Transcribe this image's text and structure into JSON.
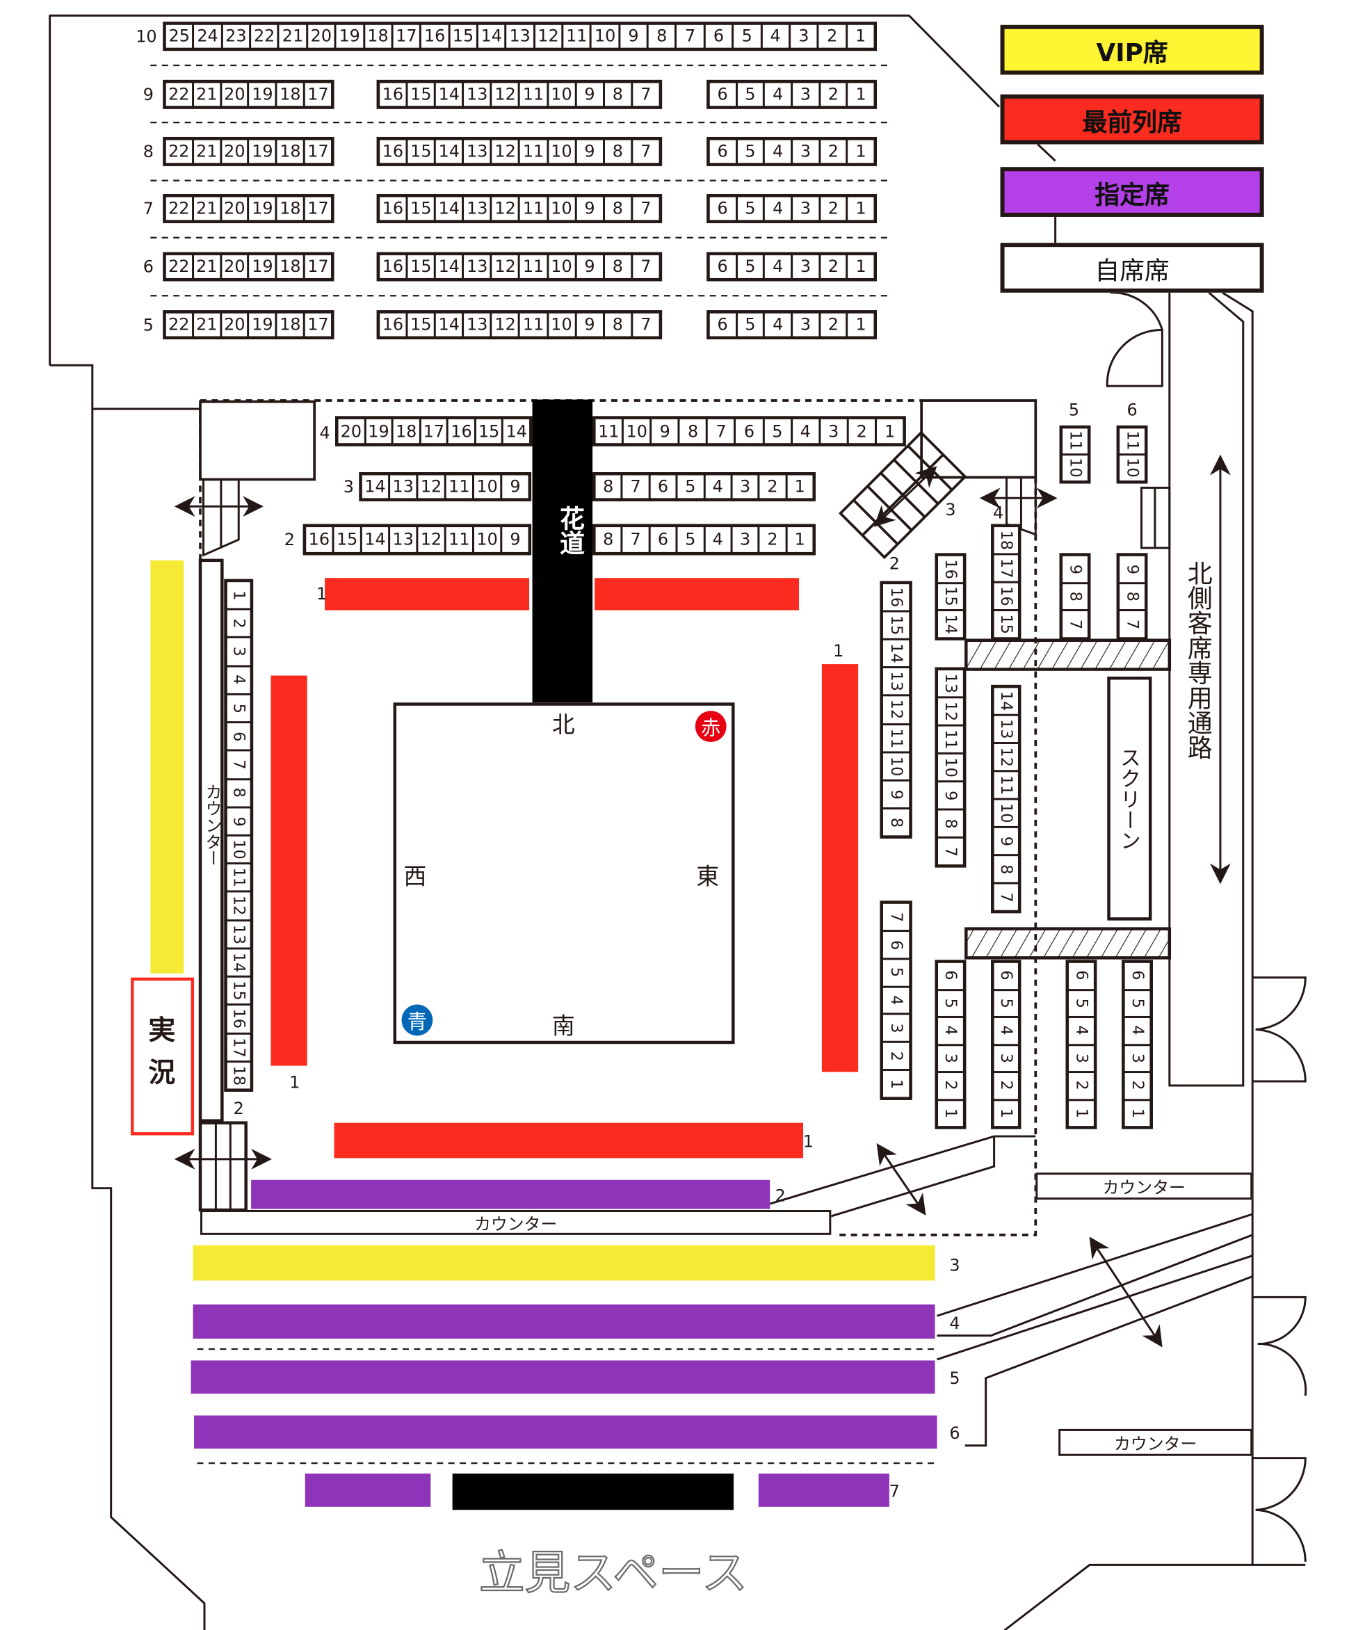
{
  "colors": {
    "vip": "#fff533",
    "front": "#fb2c1f",
    "reserved": "#b340e8",
    "free": "#ffffff",
    "vip_bar": "#f5ea34",
    "reserved_bar": "#8f33b8",
    "black": "#000000",
    "red_corner": "#e60012",
    "blue_corner": "#0068b7"
  },
  "legend": [
    {
      "key": "vip",
      "label": "VIP席"
    },
    {
      "key": "front",
      "label": "最前列席"
    },
    {
      "key": "reserved",
      "label": "指定席"
    },
    {
      "key": "free",
      "label": "自席席"
    }
  ],
  "ring": {
    "north": "北",
    "south": "南",
    "east": "東",
    "west": "西",
    "red_corner": "赤",
    "blue_corner": "青"
  },
  "hanamichi": [
    "花",
    "道"
  ],
  "commentary": [
    "実",
    "況"
  ],
  "counter_label": "カウンター",
  "screen_label": "スクリーン",
  "north_passage": "北側客席専用通路",
  "standing_space": "立見スペース",
  "row_labels": [
    "10",
    "9",
    "8",
    "7",
    "6",
    "5",
    "4",
    "3",
    "2",
    "1",
    "1",
    "1",
    "1",
    "2",
    "2",
    "3",
    "4",
    "5",
    "6",
    "7",
    "2",
    "3",
    "4",
    "5",
    "6"
  ],
  "seat_blocks": [
    {
      "id": "r10",
      "seats": [
        "25",
        "24",
        "23",
        "22",
        "21",
        "20",
        "19",
        "18",
        "17",
        "16",
        "15",
        "14",
        "13",
        "12",
        "11",
        "10",
        "9",
        "8",
        "7",
        "6",
        "5",
        "4",
        "3",
        "2",
        "1"
      ]
    },
    {
      "id": "r9a",
      "seats": [
        "22",
        "21",
        "20",
        "19",
        "18",
        "17"
      ]
    },
    {
      "id": "r9b",
      "seats": [
        "16",
        "15",
        "14",
        "13",
        "12",
        "11",
        "10",
        "9",
        "8",
        "7"
      ]
    },
    {
      "id": "r9c",
      "seats": [
        "6",
        "5",
        "4",
        "3",
        "2",
        "1"
      ]
    },
    {
      "id": "r8a",
      "seats": [
        "22",
        "21",
        "20",
        "19",
        "18",
        "17"
      ]
    },
    {
      "id": "r8b",
      "seats": [
        "16",
        "15",
        "14",
        "13",
        "12",
        "11",
        "10",
        "9",
        "8",
        "7"
      ]
    },
    {
      "id": "r8c",
      "seats": [
        "6",
        "5",
        "4",
        "3",
        "2",
        "1"
      ]
    },
    {
      "id": "r7a",
      "seats": [
        "22",
        "21",
        "20",
        "19",
        "18",
        "17"
      ]
    },
    {
      "id": "r7b",
      "seats": [
        "16",
        "15",
        "14",
        "13",
        "12",
        "11",
        "10",
        "9",
        "8",
        "7"
      ]
    },
    {
      "id": "r7c",
      "seats": [
        "6",
        "5",
        "4",
        "3",
        "2",
        "1"
      ]
    },
    {
      "id": "r6a",
      "seats": [
        "22",
        "21",
        "20",
        "19",
        "18",
        "17"
      ]
    },
    {
      "id": "r6b",
      "seats": [
        "16",
        "15",
        "14",
        "13",
        "12",
        "11",
        "10",
        "9",
        "8",
        "7"
      ]
    },
    {
      "id": "r6c",
      "seats": [
        "6",
        "5",
        "4",
        "3",
        "2",
        "1"
      ]
    },
    {
      "id": "r5a",
      "seats": [
        "22",
        "21",
        "20",
        "19",
        "18",
        "17"
      ]
    },
    {
      "id": "r5b",
      "seats": [
        "16",
        "15",
        "14",
        "13",
        "12",
        "11",
        "10",
        "9",
        "8",
        "7"
      ]
    },
    {
      "id": "r5c",
      "seats": [
        "6",
        "5",
        "4",
        "3",
        "2",
        "1"
      ]
    },
    {
      "id": "a4L",
      "seats": [
        "20",
        "19",
        "18",
        "17",
        "16",
        "15",
        "14"
      ]
    },
    {
      "id": "a4R",
      "seats": [
        "11",
        "10",
        "9",
        "8",
        "7",
        "6",
        "5",
        "4",
        "3",
        "2",
        "1"
      ]
    },
    {
      "id": "a3L",
      "seats": [
        "14",
        "13",
        "12",
        "11",
        "10",
        "9"
      ]
    },
    {
      "id": "a3R",
      "seats": [
        "8",
        "7",
        "6",
        "5",
        "4",
        "3",
        "2",
        "1"
      ]
    },
    {
      "id": "a2L",
      "seats": [
        "16",
        "15",
        "14",
        "13",
        "12",
        "11",
        "10",
        "9"
      ]
    },
    {
      "id": "a2R",
      "seats": [
        "8",
        "7",
        "6",
        "5",
        "4",
        "3",
        "2",
        "1"
      ]
    },
    {
      "id": "wcol",
      "seats": [
        "1",
        "2",
        "3",
        "4",
        "5",
        "6",
        "7",
        "8",
        "9",
        "10",
        "11",
        "12",
        "13",
        "14",
        "15",
        "16",
        "17",
        "18"
      ]
    },
    {
      "id": "e2",
      "seats": [
        "16",
        "15",
        "14",
        "13",
        "12",
        "11",
        "10",
        "9",
        "8"
      ]
    },
    {
      "id": "e3a",
      "seats": [
        "16",
        "15",
        "14"
      ]
    },
    {
      "id": "e3b",
      "seats": [
        "13",
        "12",
        "11",
        "10",
        "9",
        "8",
        "7"
      ]
    },
    {
      "id": "e4a",
      "seats": [
        "18",
        "17",
        "16",
        "15"
      ]
    },
    {
      "id": "e4b",
      "seats": [
        "14",
        "13",
        "12",
        "11",
        "10",
        "9",
        "8",
        "7"
      ]
    },
    {
      "id": "e5a",
      "seats": [
        "11",
        "10"
      ]
    },
    {
      "id": "e5b",
      "seats": [
        "9",
        "8",
        "7"
      ]
    },
    {
      "id": "e6a",
      "seats": [
        "11",
        "10"
      ]
    },
    {
      "id": "e6b",
      "seats": [
        "9",
        "8",
        "7"
      ]
    },
    {
      "id": "s2",
      "seats": [
        "7",
        "6",
        "5",
        "4",
        "3",
        "2",
        "1"
      ]
    },
    {
      "id": "s3",
      "seats": [
        "6",
        "5",
        "4",
        "3",
        "2",
        "1"
      ]
    },
    {
      "id": "s4",
      "seats": [
        "6",
        "5",
        "4",
        "3",
        "2",
        "1"
      ]
    },
    {
      "id": "s5",
      "seats": [
        "6",
        "5",
        "4",
        "3",
        "2",
        "1"
      ]
    },
    {
      "id": "s6",
      "seats": [
        "6",
        "5",
        "4",
        "3",
        "2",
        "1"
      ]
    }
  ],
  "seat_bars": [
    {
      "id": "front-north-left",
      "type": "front"
    },
    {
      "id": "front-north-right",
      "type": "front"
    },
    {
      "id": "front-west",
      "type": "front"
    },
    {
      "id": "front-east",
      "type": "front"
    },
    {
      "id": "front-south",
      "type": "front"
    },
    {
      "id": "south-row-2",
      "type": "reserved_bar"
    },
    {
      "id": "south-row-3",
      "type": "vip_bar"
    },
    {
      "id": "south-row-4",
      "type": "reserved_bar"
    },
    {
      "id": "south-row-5",
      "type": "reserved_bar"
    },
    {
      "id": "south-row-6",
      "type": "reserved_bar"
    },
    {
      "id": "south-row-7-left",
      "type": "reserved_bar"
    },
    {
      "id": "south-row-7-center",
      "type": "black"
    },
    {
      "id": "south-row-7-right",
      "type": "reserved_bar"
    },
    {
      "id": "west-vip",
      "type": "vip_bar"
    }
  ]
}
